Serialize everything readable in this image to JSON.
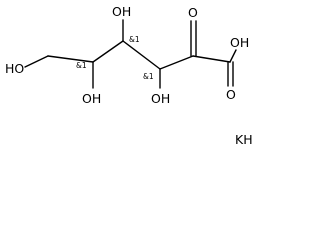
{
  "molecule": {
    "chain_groups": {
      "oh_c6": "HO",
      "oh_c5": "OH",
      "oh_c4": "OH",
      "oh_c3": "OH",
      "keto_o": "O",
      "acid_oh": "OH",
      "acid_o": "O"
    },
    "stereo_labels": {
      "c5": "&1",
      "c4": "&1",
      "c3": "&1"
    },
    "counterion": "KH"
  },
  "colors": {
    "bond": "#000000",
    "text": "#000000",
    "background": "#ffffff"
  }
}
